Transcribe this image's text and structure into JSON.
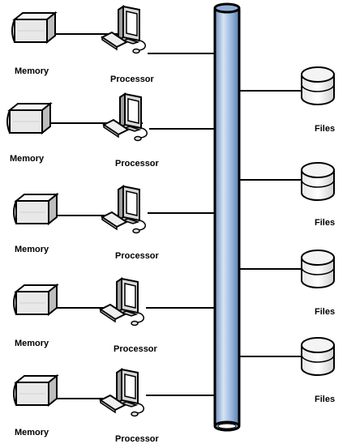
{
  "nodes": [
    {
      "memory_label": "Memory",
      "processor_label": "Processor"
    },
    {
      "memory_label": "Memory",
      "processor_label": "Processor"
    },
    {
      "memory_label": "Memory",
      "processor_label": "Processor"
    },
    {
      "memory_label": "Memory",
      "processor_label": "Processor"
    },
    {
      "memory_label": "Memory",
      "processor_label": "Processor"
    }
  ],
  "files": [
    {
      "label": "Files"
    },
    {
      "label": "Files"
    },
    {
      "label": "Files"
    },
    {
      "label": "Files"
    }
  ],
  "colors": {
    "bus_fill": "#8fb0d6",
    "bus_highlight": "#d6e4f3",
    "bus_outline": "#000000",
    "device_fill": "#f0f0f0",
    "device_shade": "#c8c8c8",
    "connector": "#000000"
  },
  "icons": {
    "memory": "memory-box-icon",
    "processor": "computer-workstation-icon",
    "files": "disk-storage-icon"
  }
}
